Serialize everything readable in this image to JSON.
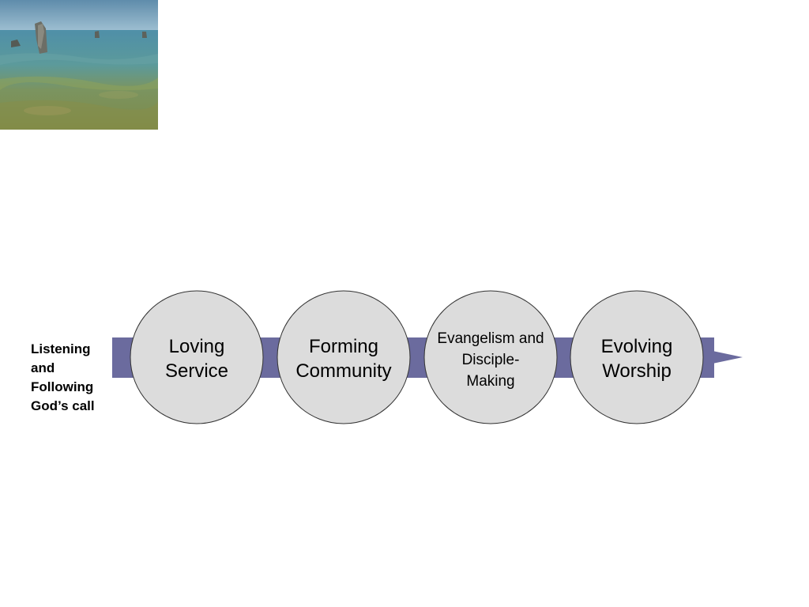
{
  "side_label": "Listening and Following God’s call",
  "stages": [
    {
      "lines": [
        "Loving",
        "Service"
      ]
    },
    {
      "lines": [
        "Forming",
        "Community"
      ]
    },
    {
      "lines": [
        "Evangelism and",
        "Disciple-",
        "Making"
      ]
    },
    {
      "lines": [
        "Evolving",
        "Worship"
      ]
    }
  ],
  "colors": {
    "arrow": "#6b6b9e",
    "circle_fill": "#dcdcdc",
    "circle_stroke": "#333333"
  }
}
